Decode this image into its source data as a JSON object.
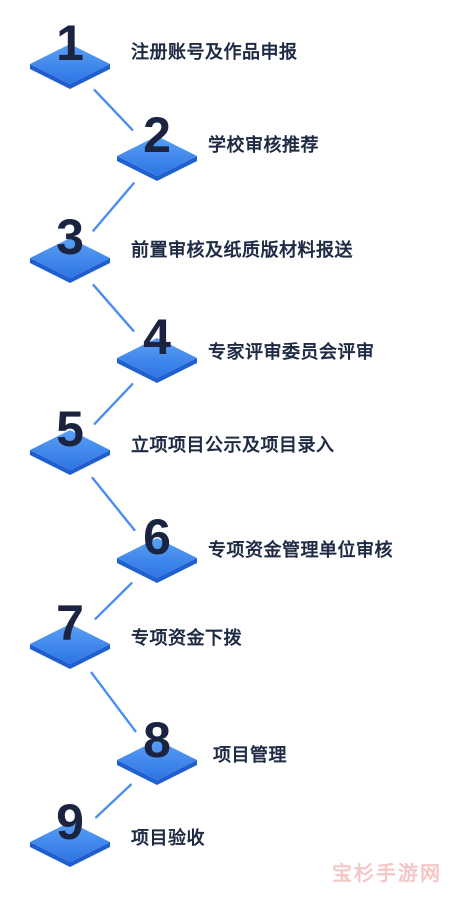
{
  "steps": [
    {
      "number": "1",
      "label": "注册账号及作品申报"
    },
    {
      "number": "2",
      "label": "学校审核推荐"
    },
    {
      "number": "3",
      "label": "前置审核及纸质版材料报送"
    },
    {
      "number": "4",
      "label": "专家评审委员会评审"
    },
    {
      "number": "5",
      "label": "立项项目公示及项目录入"
    },
    {
      "number": "6",
      "label": "专项资金管理单位审核"
    },
    {
      "number": "7",
      "label": "专项资金下拨"
    },
    {
      "number": "8",
      "label": "项目管理"
    },
    {
      "number": "9",
      "label": "项目验收"
    }
  ],
  "watermark": "宝杉手游网",
  "colors": {
    "diamond_top": "#5aa0f5",
    "diamond_bottom": "#2d74e4",
    "diamond_side": "#1f5fcf",
    "connector": "#4a8ff0",
    "label": "#1f2a44",
    "number": "#1a2340"
  }
}
